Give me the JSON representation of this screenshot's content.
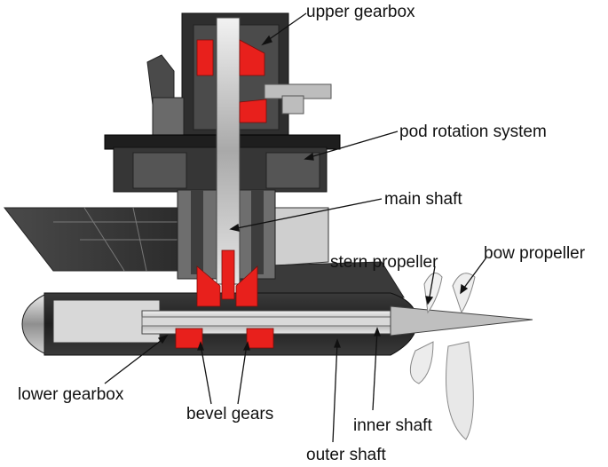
{
  "labels": {
    "upper_gearbox": "upper gearbox",
    "pod_rotation_system": "pod rotation system",
    "main_shaft": "main shaft",
    "stern_propeller": "stern propeller",
    "bow_propeller": "bow propeller",
    "lower_gearbox": "lower gearbox",
    "bevel_gears": "bevel gears",
    "inner_shaft": "inner shaft",
    "outer_shaft": "outer shaft"
  },
  "colors": {
    "gear_highlight": "#e8201c",
    "body_dark": "#2b2b2b",
    "body_mid": "#5a5a5a",
    "metal_light": "#c8c8c8",
    "fin_dark": "#3a3a3a"
  }
}
